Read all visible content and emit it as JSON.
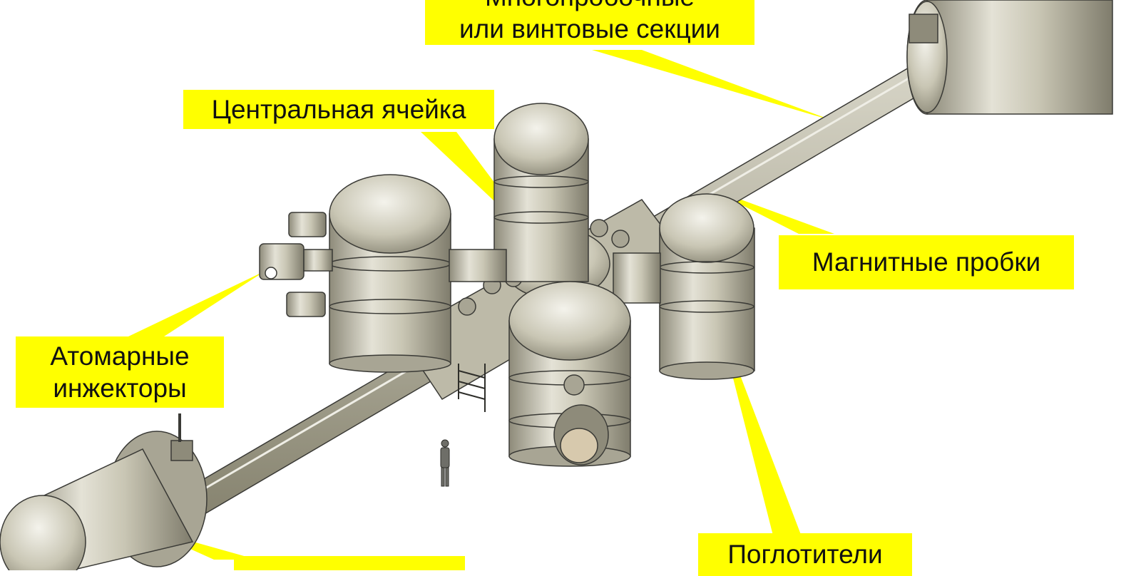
{
  "labels": {
    "multimirror": {
      "line1": "Многопробочные",
      "line2": "или винтовые секции"
    },
    "central_cell": {
      "text": "Центральная ячейка"
    },
    "magnetic_plugs": {
      "text": "Магнитные пробки"
    },
    "atomic_injectors": {
      "line1": "Атомарные",
      "line2": "инжекторы"
    },
    "absorbers": {
      "text": "Поглотители"
    }
  },
  "colors": {
    "callout": "#ffff00",
    "metal": "#c9c6b4",
    "metal_dark": "#8e8b7a",
    "outline": "#3a3a36"
  }
}
